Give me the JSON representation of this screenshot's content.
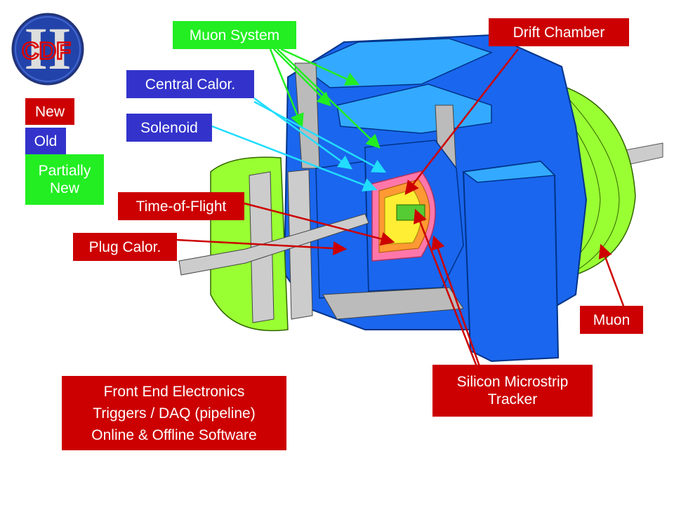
{
  "logo": {
    "text": "CDF",
    "numeral": "II"
  },
  "legend": {
    "new": "New",
    "old": "Old",
    "partially_new": [
      "Partially",
      "New"
    ]
  },
  "labels": {
    "muon_system": "Muon System",
    "drift_chamber": "Drift Chamber",
    "central_calor": "Central Calor.",
    "solenoid": "Solenoid",
    "time_of_flight": "Time-of-Flight",
    "plug_calor": "Plug Calor.",
    "muon": "Muon",
    "silicon_tracker": [
      "Silicon Microstrip",
      "Tracker"
    ],
    "electronics": [
      "Front End Electronics",
      "Triggers / DAQ (pipeline)",
      "Online & Offline Software"
    ]
  },
  "colors": {
    "new": "#cc0000",
    "old": "#3333cc",
    "partially_new": "#22ee22",
    "detector_blue": "#1a66ee",
    "detector_light_blue": "#33aaff",
    "detector_green": "#99ff33",
    "detector_grey": "#c8c8c8"
  }
}
